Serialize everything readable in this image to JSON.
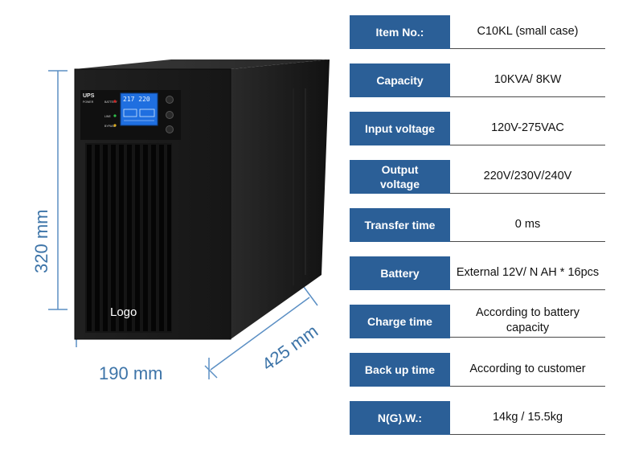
{
  "product": {
    "model_tag": "UPS",
    "lcd_reading": "217 220",
    "logo": "Logo",
    "dimensions": {
      "height": "320 mm",
      "width": "190 mm",
      "depth": "425 mm"
    },
    "colors": {
      "dimension_lines": "#5b8fc4",
      "cabinet": "#1b1b1b",
      "lcd": "#1f6fe0"
    }
  },
  "specs": {
    "colors": {
      "label_bg": "#2b5f97",
      "label_text": "#ffffff",
      "value_text": "#111111"
    },
    "rows": [
      {
        "label": "Item No.:",
        "value": "C10KL (small case)"
      },
      {
        "label": "Capacity",
        "value": "10KVA/ 8KW"
      },
      {
        "label": "Input voltage",
        "value": "120V-275VAC"
      },
      {
        "label": "Output voltage",
        "value": "220V/230V/240V"
      },
      {
        "label": "Transfer time",
        "value": "0 ms"
      },
      {
        "label": "Battery",
        "value": "External 12V/ N AH * 16pcs"
      },
      {
        "label": "Charge time",
        "value": "According to battery capacity"
      },
      {
        "label": "Back up time",
        "value": "According to customer"
      },
      {
        "label": "N(G).W.:",
        "value": "14kg / 15.5kg"
      }
    ]
  }
}
